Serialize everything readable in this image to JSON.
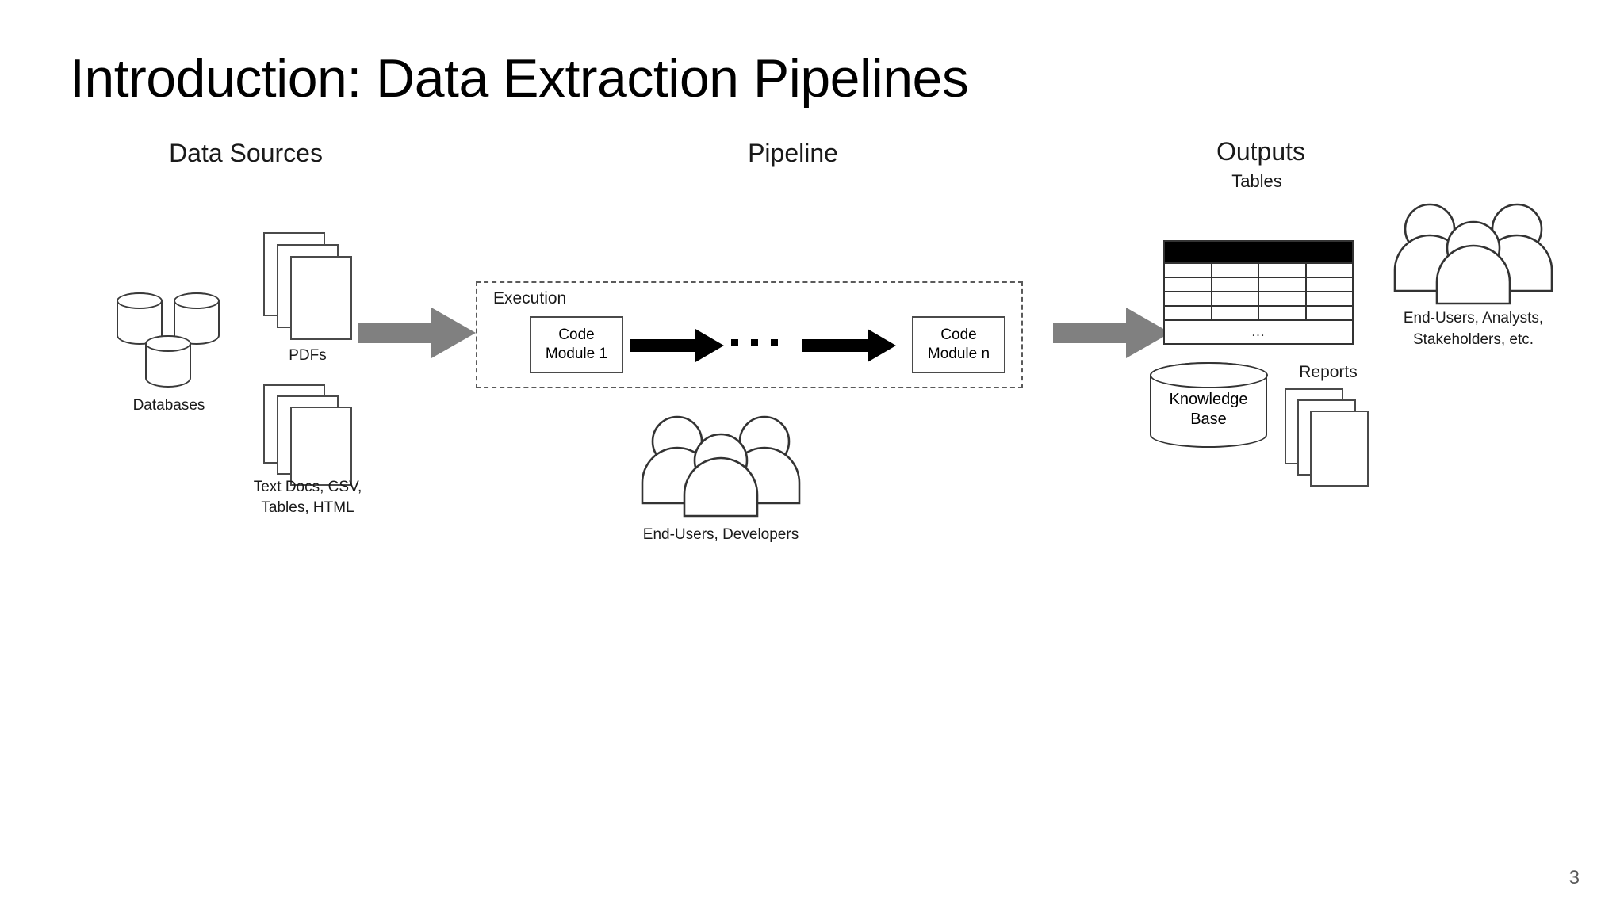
{
  "slide": {
    "title": "Introduction: Data Extraction Pipelines",
    "page_number": "3"
  },
  "colors": {
    "background": "#ffffff",
    "text": "#000000",
    "gray_arrow": "#808080",
    "outline": "#3a3a3a",
    "table_header": "#000000",
    "page_number": "#595959"
  },
  "diagram": {
    "type": "pipeline-flow-diagram",
    "sections": [
      {
        "id": "data-sources",
        "heading": "Data Sources"
      },
      {
        "id": "pipeline",
        "heading": "Pipeline"
      },
      {
        "id": "outputs",
        "heading": "Outputs"
      }
    ],
    "data_sources": {
      "heading": "Data Sources",
      "items": [
        {
          "icon": "database-cylinders-icon",
          "label": "Databases",
          "count": 3
        },
        {
          "icon": "document-stack-icon",
          "label": "PDFs",
          "count": 3
        },
        {
          "icon": "document-stack-icon",
          "label_line1": "Text Docs, CSV,",
          "label_line2": "Tables, HTML",
          "count": 3
        }
      ]
    },
    "pipeline": {
      "heading": "Pipeline",
      "execution": {
        "label": "Execution",
        "modules": [
          {
            "line1": "Code",
            "line2": "Module 1"
          },
          {
            "line1": "Code",
            "line2": "Module n"
          }
        ],
        "connector": "arrow-right-icon",
        "ellipsis": "..."
      },
      "actors": {
        "icon": "people-group-icon",
        "label": "End-Users, Developers"
      }
    },
    "outputs": {
      "heading": "Outputs",
      "table": {
        "label": "Tables",
        "columns": 4,
        "rows": 4,
        "overflow_row": "...",
        "header_filled": true
      },
      "knowledge_base": {
        "icon": "database-cylinder-icon",
        "line1": "Knowledge",
        "line2": "Base"
      },
      "reports": {
        "icon": "document-stack-icon",
        "label": "Reports",
        "count": 3
      },
      "consumers": {
        "icon": "people-group-icon",
        "line1": "End-Users, Analysts,",
        "line2": "Stakeholders, etc."
      }
    },
    "flow_arrows": [
      {
        "id": "sources-to-pipeline",
        "icon": "block-arrow-right-icon",
        "color": "#808080"
      },
      {
        "id": "pipeline-to-outputs",
        "icon": "block-arrow-right-icon",
        "color": "#808080"
      }
    ]
  }
}
